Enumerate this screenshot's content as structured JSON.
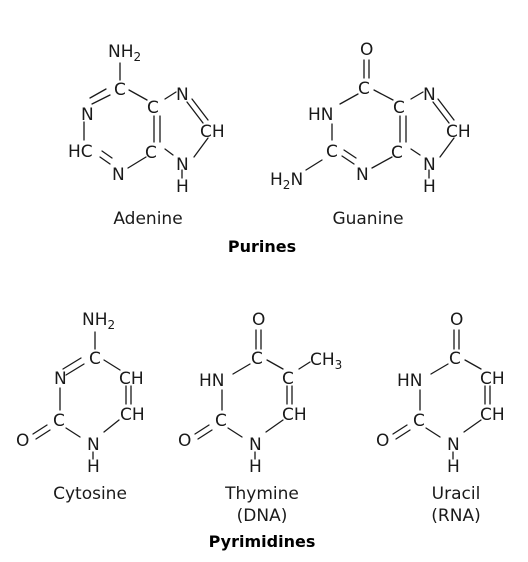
{
  "molecules": {
    "adenine": {
      "name": "Adenine",
      "atoms": {
        "nh2": "NH",
        "nh2_sub": "2",
        "n1": "N",
        "c6": "C",
        "c2": "HC",
        "n3": "N",
        "c4": "C",
        "c5": "C",
        "n7": "N",
        "c8": "CH",
        "n9": "N",
        "h9": "H"
      }
    },
    "guanine": {
      "name": "Guanine",
      "atoms": {
        "o": "O",
        "c6": "C",
        "n1": "HN",
        "c2": "C",
        "h2n": "H",
        "h2n_sub": "2",
        "h2n_n": "N",
        "n3": "N",
        "c4": "C",
        "c5": "C",
        "n7": "N",
        "c8": "CH",
        "n9": "N",
        "h9": "H"
      }
    },
    "cytosine": {
      "name": "Cytosine",
      "atoms": {
        "nh2": "NH",
        "nh2_sub": "2",
        "c4": "C",
        "n3": "N",
        "c5": "CH",
        "c6": "CH",
        "c2": "C",
        "o": "O",
        "n1": "N",
        "h1": "H"
      }
    },
    "thymine": {
      "name": "Thymine",
      "subname": "(DNA)",
      "atoms": {
        "o4": "O",
        "c4": "C",
        "ch3": "CH",
        "ch3_sub": "3",
        "n3": "HN",
        "c5": "C",
        "c6": "CH",
        "c2": "C",
        "o2": "O",
        "n1": "N",
        "h1": "H"
      }
    },
    "uracil": {
      "name": "Uracil",
      "subname": "(RNA)",
      "atoms": {
        "o4": "O",
        "c4": "C",
        "n3": "HN",
        "c5": "CH",
        "c6": "CH",
        "c2": "C",
        "o2": "O",
        "n1": "N",
        "h1": "H"
      }
    }
  },
  "groups": {
    "purines": "Purines",
    "pyrimidines": "Pyrimidines"
  }
}
